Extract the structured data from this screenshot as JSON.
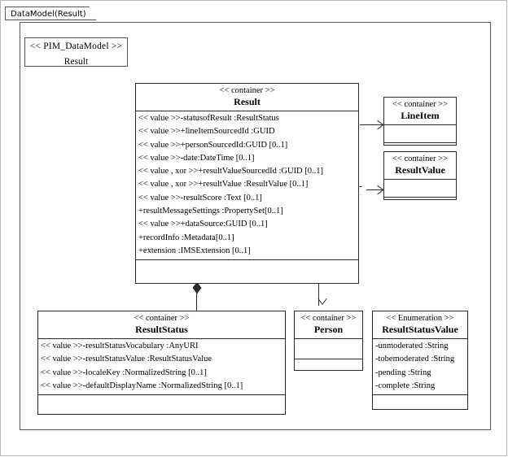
{
  "diagram": {
    "tab_label": "DataModel(Result)",
    "package": {
      "stereotype": "<< PIM_DataModel >>",
      "name": "Result"
    },
    "accent_color": "#2b2b2b",
    "frame_color": "#555555"
  },
  "classes": {
    "result": {
      "stereotype": "<< container >>",
      "name": "Result",
      "attributes": [
        "<< value >>-statusofResult :ResultStatus",
        "<< value >>+lineItemSourcedId :GUID",
        "<< value >>+personSourcedId:GUID [0..1]",
        "<< value >>-date:DateTime [0..1]",
        "<< value , xor >>+resultValueSourcedId :GUID [0..1]",
        "<< value , xor >>+resultValue :ResultValue [0..1]",
        "<< value >>-resultScore :Text [0..1]",
        "+resultMessageSettings :PropertySet[0..1]",
        "<< value >>+dataSource:GUID [0..1]",
        "+recordInfo :Metadata[0..1]",
        "+extension :IMSExtension [0..1]"
      ],
      "operations": []
    },
    "lineitem": {
      "stereotype": "<< container >>",
      "name": "LineItem",
      "attributes": [],
      "operations": []
    },
    "resultvalue": {
      "stereotype": "<< container >>",
      "name": "ResultValue",
      "attributes": [],
      "operations": []
    },
    "resultstatus": {
      "stereotype": "<< container >>",
      "name": "ResultStatus",
      "attributes": [
        "<< value >>-resultStatusVocabulary :AnyURI",
        "<< value >>-resultStatusValue :ResultStatusValue",
        "<< value >>-localeKey :NormalizedString  [0..1]",
        "<< value >>-defaultDisplayName  :NormalizedString  [0..1]"
      ],
      "operations": []
    },
    "person": {
      "stereotype": "<< container >>",
      "name": "Person",
      "attributes": [],
      "operations": []
    },
    "resultstatusvalue": {
      "stereotype": "<< Enumeration >>",
      "name": "ResultStatusValue",
      "attributes": [
        "-unmoderated :String",
        "-tobemoderated :String",
        "-pending :String",
        "-complete :String"
      ],
      "operations": []
    }
  },
  "connectors": [
    {
      "name": "result-to-lineitem",
      "from": "Result",
      "to": "LineItem",
      "source_end": "none",
      "target_end": "open-arrow"
    },
    {
      "name": "result-to-resultvalue",
      "from": "Result",
      "to": "ResultValue",
      "source_end": "aggregation",
      "target_end": "open-arrow"
    },
    {
      "name": "result-to-resultstatus",
      "from": "Result",
      "to": "ResultStatus",
      "source_end": "composition",
      "target_end": "none"
    },
    {
      "name": "result-to-person",
      "from": "Result",
      "to": "Person",
      "source_end": "none",
      "target_end": "open-arrow"
    }
  ]
}
